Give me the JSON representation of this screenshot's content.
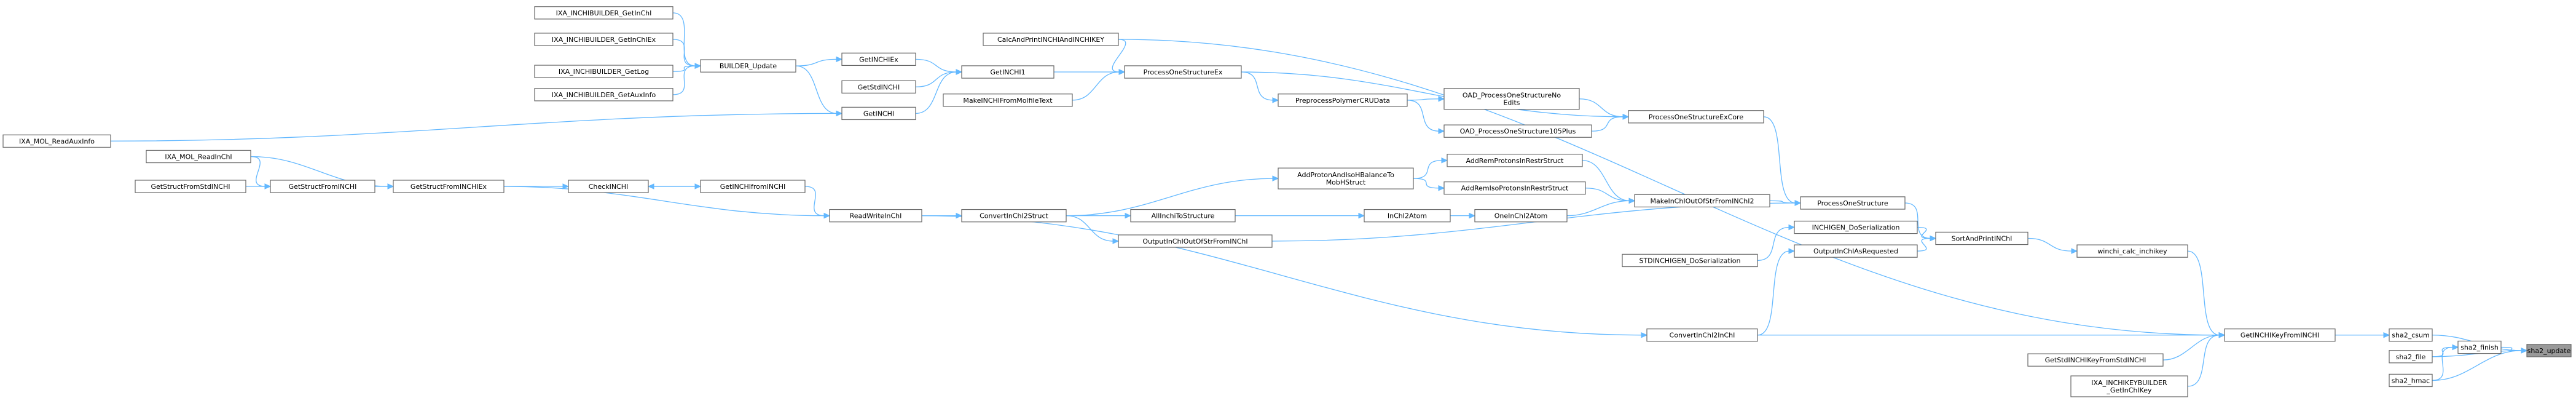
{
  "nodes": [
    {
      "id": "sha2_update",
      "label": [
        "sha2_update"
      ],
      "highlight": true
    },
    {
      "id": "sha2_csum",
      "label": [
        "sha2_csum"
      ]
    },
    {
      "id": "sha2_finish",
      "label": [
        "sha2_finish"
      ]
    },
    {
      "id": "sha2_file",
      "label": [
        "sha2_file"
      ]
    },
    {
      "id": "sha2_hmac",
      "label": [
        "sha2_hmac"
      ]
    },
    {
      "id": "GetINCHIKeyFromINCHI",
      "label": [
        "GetINCHIKeyFromINCHI"
      ]
    },
    {
      "id": "CalcAndPrintINCHIAndINCHIKEY",
      "label": [
        "CalcAndPrintINCHIAndINCHIKEY"
      ]
    },
    {
      "id": "ConvertInChI2InChI",
      "label": [
        "ConvertInChI2InChI"
      ]
    },
    {
      "id": "GetStdINCHIKeyFromStdINCHI",
      "label": [
        "GetStdINCHIKeyFromStdINCHI"
      ]
    },
    {
      "id": "IXA_INCHIKEYBUILDER_GetInChIKey",
      "label": [
        "IXA_INCHIKEYBUILDER",
        "_GetInChIKey"
      ]
    },
    {
      "id": "winchi_calc_inchikey",
      "label": [
        "winchi_calc_inchikey"
      ]
    },
    {
      "id": "SortAndPrintINChI",
      "label": [
        "SortAndPrintINChI"
      ]
    },
    {
      "id": "INCHIGEN_DoSerialization",
      "label": [
        "INCHIGEN_DoSerialization"
      ]
    },
    {
      "id": "OutputInChIAsRequested",
      "label": [
        "OutputInChIAsRequested"
      ]
    },
    {
      "id": "ProcessOneStructure",
      "label": [
        "ProcessOneStructure"
      ]
    },
    {
      "id": "STDINCHIGEN_DoSerialization",
      "label": [
        "STDINCHIGEN_DoSerialization"
      ]
    },
    {
      "id": "ProcessOneStructureExCore",
      "label": [
        "ProcessOneStructureExCore"
      ]
    },
    {
      "id": "MakeInChIOutOfStrFromINChI2",
      "label": [
        "MakeInChIOutOfStrFromINChI2"
      ]
    },
    {
      "id": "ProcessOneStructureEx",
      "label": [
        "ProcessOneStructureEx"
      ]
    },
    {
      "id": "OAD_ProcessOneStructureNoEdits",
      "label": [
        "OAD_ProcessOneStructureNo",
        "Edits"
      ]
    },
    {
      "id": "OAD_ProcessOneStructure105Plus",
      "label": [
        "OAD_ProcessOneStructure105Plus"
      ]
    },
    {
      "id": "AddRemProtonsInRestrStruct",
      "label": [
        "AddRemProtonsInRestrStruct"
      ]
    },
    {
      "id": "AddRemIsoProtonsInRestrStruct",
      "label": [
        "AddRemIsoProtonsInRestrStruct"
      ]
    },
    {
      "id": "OneInChI2Atom",
      "label": [
        "OneInChI2Atom"
      ]
    },
    {
      "id": "OutputInChIOutOfStrFromINChI",
      "label": [
        "OutputInChIOutOfStrFromINChI"
      ]
    },
    {
      "id": "PreprocessPolymerCRUData",
      "label": [
        "PreprocessPolymerCRUData"
      ]
    },
    {
      "id": "AddProtonAndIsoHBalanceToMobHStruct",
      "label": [
        "AddProtonAndIsoHBalanceTo",
        "MobHStruct"
      ]
    },
    {
      "id": "InChI2Atom",
      "label": [
        "InChI2Atom"
      ]
    },
    {
      "id": "AllInchiToStructure",
      "label": [
        "AllInchiToStructure"
      ]
    },
    {
      "id": "ConvertInChI2Struct",
      "label": [
        "ConvertInChI2Struct"
      ]
    },
    {
      "id": "GetINCHI1",
      "label": [
        "GetINCHI1"
      ]
    },
    {
      "id": "MakeINCHIFromMolfileText",
      "label": [
        "MakeINCHIFromMolfileText"
      ]
    },
    {
      "id": "GetINCHIEx",
      "label": [
        "GetINCHIEx"
      ]
    },
    {
      "id": "GetStdINCHI",
      "label": [
        "GetStdINCHI"
      ]
    },
    {
      "id": "GetINCHI",
      "label": [
        "GetINCHI"
      ]
    },
    {
      "id": "ReadWriteInChI",
      "label": [
        "ReadWriteInChI"
      ]
    },
    {
      "id": "GetINCHIfromINCHI",
      "label": [
        "GetINCHIfromINCHI"
      ]
    },
    {
      "id": "BUILDER_Update",
      "label": [
        "BUILDER_Update"
      ]
    },
    {
      "id": "CheckINCHI",
      "label": [
        "CheckINCHI"
      ]
    },
    {
      "id": "GetStructFromINCHIEx",
      "label": [
        "GetStructFromINCHIEx"
      ]
    },
    {
      "id": "IXA_INCHIBUILDER_GetInChI",
      "label": [
        "IXA_INCHIBUILDER_GetInChI"
      ]
    },
    {
      "id": "IXA_INCHIBUILDER_GetInChIEx",
      "label": [
        "IXA_INCHIBUILDER_GetInChIEx"
      ]
    },
    {
      "id": "IXA_INCHIBUILDER_GetLog",
      "label": [
        "IXA_INCHIBUILDER_GetLog"
      ]
    },
    {
      "id": "IXA_INCHIBUILDER_GetAuxInfo",
      "label": [
        "IXA_INCHIBUILDER_GetAuxInfo"
      ]
    },
    {
      "id": "GetStructFromINCHI",
      "label": [
        "GetStructFromINCHI"
      ]
    },
    {
      "id": "IXA_MOL_ReadInChI",
      "label": [
        "IXA_MOL_ReadInChI"
      ]
    },
    {
      "id": "GetStructFromStdINCHI",
      "label": [
        "GetStructFromStdINCHI"
      ]
    },
    {
      "id": "IXA_MOL_ReadAuxInfo",
      "label": [
        "IXA_MOL_ReadAuxInfo"
      ]
    }
  ],
  "edges": [
    [
      "sha2_csum",
      "sha2_update"
    ],
    [
      "sha2_finish",
      "sha2_update"
    ],
    [
      "sha2_file",
      "sha2_update"
    ],
    [
      "sha2_hmac",
      "sha2_update"
    ],
    [
      "GetINCHIKeyFromINCHI",
      "sha2_csum"
    ],
    [
      "sha2_file",
      "sha2_finish"
    ],
    [
      "sha2_hmac",
      "sha2_finish"
    ],
    [
      "CalcAndPrintINCHIAndINCHIKEY",
      "GetINCHIKeyFromINCHI"
    ],
    [
      "ConvertInChI2InChI",
      "GetINCHIKeyFromINCHI"
    ],
    [
      "GetStdINCHIKeyFromStdINCHI",
      "GetINCHIKeyFromINCHI"
    ],
    [
      "IXA_INCHIKEYBUILDER_GetInChIKey",
      "GetINCHIKeyFromINCHI"
    ],
    [
      "winchi_calc_inchikey",
      "GetINCHIKeyFromINCHI"
    ],
    [
      "SortAndPrintINChI",
      "winchi_calc_inchikey"
    ],
    [
      "INCHIGEN_DoSerialization",
      "SortAndPrintINChI"
    ],
    [
      "OutputInChIAsRequested",
      "SortAndPrintINChI"
    ],
    [
      "ProcessOneStructure",
      "SortAndPrintINChI"
    ],
    [
      "STDINCHIGEN_DoSerialization",
      "INCHIGEN_DoSerialization"
    ],
    [
      "ConvertInChI2InChI",
      "OutputInChIAsRequested"
    ],
    [
      "ProcessOneStructureExCore",
      "ProcessOneStructure"
    ],
    [
      "MakeInChIOutOfStrFromINChI2",
      "ProcessOneStructure"
    ],
    [
      "ProcessOneStructureEx",
      "ProcessOneStructureExCore"
    ],
    [
      "OAD_ProcessOneStructureNoEdits",
      "ProcessOneStructureExCore"
    ],
    [
      "OAD_ProcessOneStructure105Plus",
      "ProcessOneStructureExCore"
    ],
    [
      "AddRemProtonsInRestrStruct",
      "MakeInChIOutOfStrFromINChI2"
    ],
    [
      "AddRemIsoProtonsInRestrStruct",
      "MakeInChIOutOfStrFromINChI2"
    ],
    [
      "OneInChI2Atom",
      "MakeInChIOutOfStrFromINChI2"
    ],
    [
      "OutputInChIOutOfStrFromINChI",
      "ProcessOneStructure"
    ],
    [
      "PreprocessPolymerCRUData",
      "OAD_ProcessOneStructureNoEdits"
    ],
    [
      "PreprocessPolymerCRUData",
      "OAD_ProcessOneStructure105Plus"
    ],
    [
      "AddProtonAndIsoHBalanceToMobHStruct",
      "AddRemProtonsInRestrStruct"
    ],
    [
      "AddProtonAndIsoHBalanceToMobHStruct",
      "AddRemIsoProtonsInRestrStruct"
    ],
    [
      "InChI2Atom",
      "OneInChI2Atom"
    ],
    [
      "AllInchiToStructure",
      "InChI2Atom"
    ],
    [
      "ConvertInChI2Struct",
      "AllInchiToStructure"
    ],
    [
      "ConvertInChI2Struct",
      "AddProtonAndIsoHBalanceToMobHStruct"
    ],
    [
      "ConvertInChI2Struct",
      "OutputInChIOutOfStrFromINChI"
    ],
    [
      "GetINCHI1",
      "ProcessOneStructureEx"
    ],
    [
      "MakeINCHIFromMolfileText",
      "ProcessOneStructureEx"
    ],
    [
      "CalcAndPrintINCHIAndINCHIKEY",
      "ProcessOneStructureEx"
    ],
    [
      "ProcessOneStructureEx",
      "PreprocessPolymerCRUData"
    ],
    [
      "GetINCHIEx",
      "GetINCHI1"
    ],
    [
      "GetStdINCHI",
      "GetINCHI1"
    ],
    [
      "GetINCHI",
      "GetINCHI1"
    ],
    [
      "ReadWriteInChI",
      "ConvertInChI2Struct"
    ],
    [
      "ReadWriteInChI",
      "ConvertInChI2InChI"
    ],
    [
      "GetINCHIfromINCHI",
      "ReadWriteInChI"
    ],
    [
      "BUILDER_Update",
      "GetINCHIEx"
    ],
    [
      "BUILDER_Update",
      "GetINCHI"
    ],
    [
      "CheckINCHI",
      "GetINCHIfromINCHI"
    ],
    [
      "GetINCHIfromINCHI",
      "CheckINCHI"
    ],
    [
      "GetStructFromINCHIEx",
      "CheckINCHI"
    ],
    [
      "GetStructFromINCHIEx",
      "ReadWriteInChI"
    ],
    [
      "IXA_INCHIBUILDER_GetInChI",
      "BUILDER_Update"
    ],
    [
      "IXA_INCHIBUILDER_GetInChIEx",
      "BUILDER_Update"
    ],
    [
      "IXA_INCHIBUILDER_GetLog",
      "BUILDER_Update"
    ],
    [
      "IXA_INCHIBUILDER_GetAuxInfo",
      "BUILDER_Update"
    ],
    [
      "GetStructFromINCHI",
      "GetStructFromINCHIEx"
    ],
    [
      "IXA_MOL_ReadInChI",
      "GetStructFromINCHIEx"
    ],
    [
      "GetStructFromStdINCHI",
      "GetStructFromINCHI"
    ],
    [
      "IXA_MOL_ReadInChI",
      "GetStructFromINCHI"
    ],
    [
      "IXA_MOL_ReadAuxInfo",
      "GetINCHI"
    ]
  ]
}
